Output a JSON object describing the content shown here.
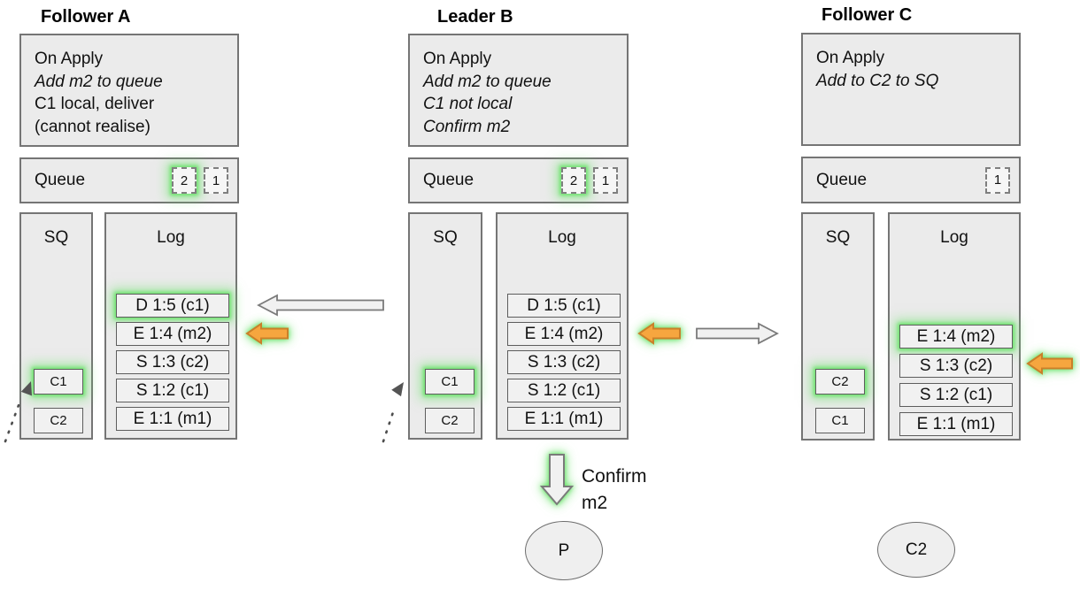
{
  "nodes": [
    {
      "title": "Follower A",
      "on_apply": {
        "lines": [
          {
            "text": "On Apply",
            "italic": false
          },
          {
            "text": "Add m2 to queue",
            "italic": true
          },
          {
            "text": "C1 local, deliver",
            "italic": false
          },
          {
            "text": "(cannot realise)",
            "italic": false
          }
        ]
      },
      "queue": {
        "label": "Queue",
        "items": [
          {
            "value": "2",
            "glow": true
          },
          {
            "value": "1",
            "glow": false
          }
        ]
      },
      "sq": {
        "label": "SQ",
        "items": [
          {
            "value": "C1",
            "glow": true
          },
          {
            "value": "C2",
            "glow": false
          }
        ]
      },
      "log": {
        "label": "Log",
        "entries": [
          {
            "text": "D 1:5 (c1)",
            "glow": true
          },
          {
            "text": "E 1:4 (m2)",
            "glow": false
          },
          {
            "text": "S 1:3 (c2)",
            "glow": false
          },
          {
            "text": "S 1:2 (c1)",
            "glow": false
          },
          {
            "text": "E 1:1 (m1)",
            "glow": false
          }
        ]
      }
    },
    {
      "title": "Leader B",
      "on_apply": {
        "lines": [
          {
            "text": "On Apply",
            "italic": false
          },
          {
            "text": "Add m2 to queue",
            "italic": true
          },
          {
            "text": "C1 not local",
            "italic": true
          },
          {
            "text": "Confirm m2",
            "italic": true
          }
        ]
      },
      "queue": {
        "label": "Queue",
        "items": [
          {
            "value": "2",
            "glow": true
          },
          {
            "value": "1",
            "glow": false
          }
        ]
      },
      "sq": {
        "label": "SQ",
        "items": [
          {
            "value": "C1",
            "glow": true
          },
          {
            "value": "C2",
            "glow": false
          }
        ]
      },
      "log": {
        "label": "Log",
        "entries": [
          {
            "text": "D 1:5 (c1)",
            "glow": false
          },
          {
            "text": "E 1:4 (m2)",
            "glow": false
          },
          {
            "text": "S 1:3 (c2)",
            "glow": false
          },
          {
            "text": "S 1:2 (c1)",
            "glow": false
          },
          {
            "text": "E 1:1 (m1)",
            "glow": false
          }
        ]
      }
    },
    {
      "title": "Follower C",
      "on_apply": {
        "lines": [
          {
            "text": "On Apply",
            "italic": false
          },
          {
            "text": "Add to C2 to SQ",
            "italic": true
          }
        ]
      },
      "queue": {
        "label": "Queue",
        "items": [
          {
            "value": "1",
            "glow": false
          }
        ]
      },
      "sq": {
        "label": "SQ",
        "items": [
          {
            "value": "C2",
            "glow": true
          },
          {
            "value": "C1",
            "glow": false
          }
        ]
      },
      "log": {
        "label": "Log",
        "entries": [
          {
            "text": "E 1:4 (m2)",
            "glow": true
          },
          {
            "text": "S 1:3 (c2)",
            "glow": false
          },
          {
            "text": "S 1:2 (c1)",
            "glow": false
          },
          {
            "text": "E 1:1 (m1)",
            "glow": false
          }
        ]
      }
    }
  ],
  "annotations": {
    "confirm_line1": "Confirm",
    "confirm_line2": "m2",
    "arrows": [
      {
        "name": "replicate-arrow-b-to-a",
        "direction": "left",
        "style": "white",
        "glow": false
      },
      {
        "name": "apply-arrow-a",
        "direction": "left",
        "style": "orange",
        "glow": true
      },
      {
        "name": "apply-arrow-b",
        "direction": "left",
        "style": "orange",
        "glow": true
      },
      {
        "name": "replicate-arrow-b-to-c",
        "direction": "right",
        "style": "white",
        "glow": false
      },
      {
        "name": "apply-arrow-c",
        "direction": "left",
        "style": "orange",
        "glow": true
      },
      {
        "name": "confirm-arrow-down",
        "direction": "down",
        "style": "white",
        "glow": true
      },
      {
        "name": "sq-dotted-arrow-a",
        "direction": "up-right",
        "style": "dotted",
        "glow": false
      },
      {
        "name": "sq-dotted-arrow-b",
        "direction": "up-right",
        "style": "dotted",
        "glow": false
      }
    ]
  },
  "ellipses": [
    {
      "label": "P"
    },
    {
      "label": "C2"
    }
  ],
  "colors": {
    "panel_fill": "#ebebeb",
    "panel_border": "#757575",
    "entry_fill": "#f1f1f1",
    "entry_border": "#5d5d5d",
    "orange_fill": "#f6a63f",
    "orange_border": "#c9802a",
    "white_arrow_fill": "#f1f1f1",
    "white_arrow_border": "#7a7a7a",
    "glow_green": "#5ee05e",
    "background": "#ffffff"
  }
}
